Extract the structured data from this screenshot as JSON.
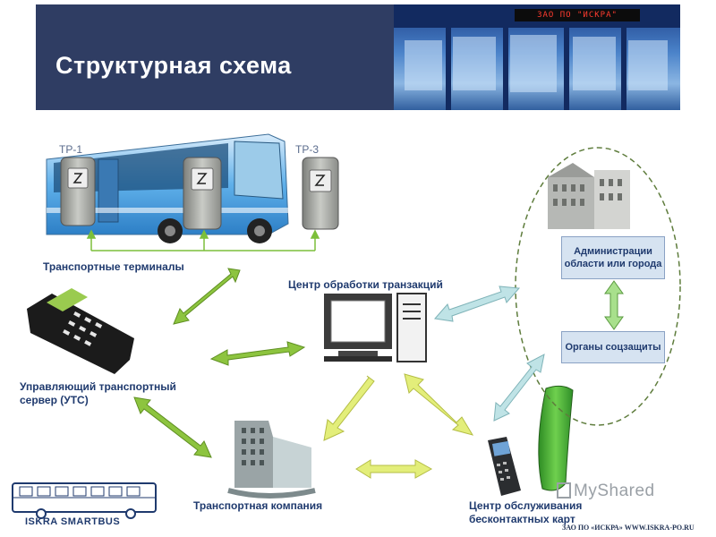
{
  "header": {
    "title": "Структурная схема",
    "led_text": "ЗАО ПО \"ИСКРА\""
  },
  "bus": {
    "tr1": "ТР-1",
    "tr3": "ТР-3"
  },
  "nodes": {
    "terminals": "Транспортные терминалы",
    "processing": "Центр обработки транзакций",
    "server": "Управляющий транспортный сервер (УТС)",
    "company": "Транспортная компания",
    "card_service": "Центр обслуживания бесконтактных карт",
    "administration": "Администрации области или города",
    "social": "Органы соцзащиты"
  },
  "footer": {
    "watermark": "MyShared",
    "site": "ЗАО ПО «ИСКРА» WWW.ISKRA-PO.RU",
    "logo": "ISKRA SMARTBUS"
  },
  "colors": {
    "header_bg": "#2f3d63",
    "arrow_green": "#8dc43f",
    "arrow_yellow": "#e3ee7a",
    "arrow_light_blue": "#bfe3e6",
    "box_bg": "#d6e3f1",
    "dashed_ellipse": "#5f7d3d"
  }
}
